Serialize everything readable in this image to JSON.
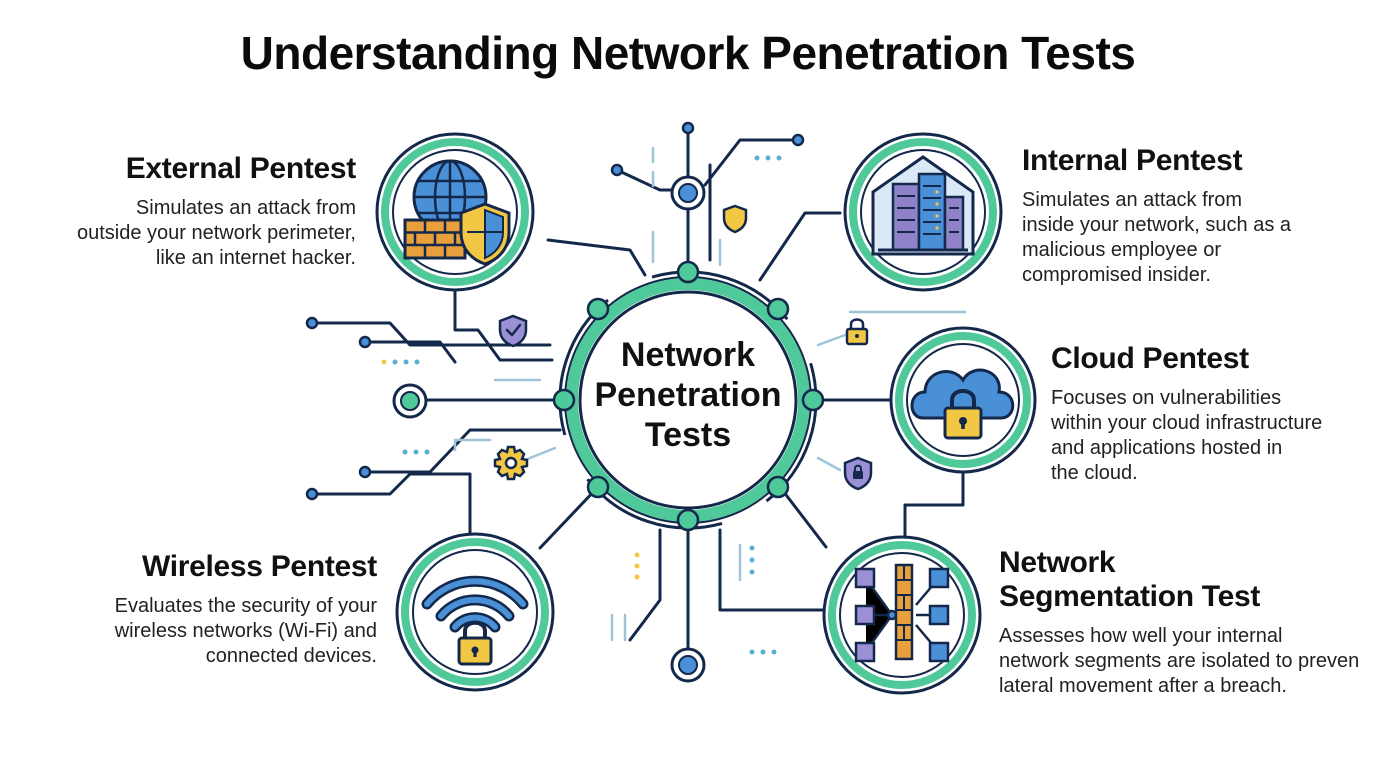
{
  "title": "Understanding Network Penetration Tests",
  "center": {
    "lines": [
      "Network",
      "Penetration",
      "Tests"
    ]
  },
  "tests": {
    "external": {
      "heading": "External Pentest",
      "lines": [
        "Simulates an attack from",
        "outside your network perimeter,",
        "like an internet hacker."
      ],
      "icon": "globe-firewall-shield-icon"
    },
    "internal": {
      "heading": "Internal Pentest",
      "lines": [
        "Simulates an attack from",
        "inside your network, such as a",
        "malicious employee or",
        "compromised insider."
      ],
      "icon": "building-server-icon"
    },
    "cloud": {
      "heading": "Cloud Pentest",
      "lines": [
        "Focuses on vulnerabilities",
        "within your cloud infrastructure",
        "and applications hosted in",
        "the cloud."
      ],
      "icon": "cloud-lock-icon"
    },
    "wireless": {
      "heading": "Wireless Pentest",
      "lines": [
        "Evaluates the security of your",
        "wireless networks (Wi-Fi) and",
        "connected devices."
      ],
      "icon": "wifi-lock-icon"
    },
    "segmentation": {
      "heading_lines": [
        "Network",
        "Segmentation Test"
      ],
      "lines": [
        "Assesses how well your internal",
        "network segments are isolated to preven",
        "lateral movement after a breach."
      ],
      "icon": "network-segmentation-icon"
    }
  },
  "colors": {
    "ring": "#4fc99a",
    "line": "#13284a",
    "blue": "#4a90d6",
    "purple": "#7a6bb8",
    "yellow": "#f2c744",
    "brick": "#e8a03c"
  }
}
